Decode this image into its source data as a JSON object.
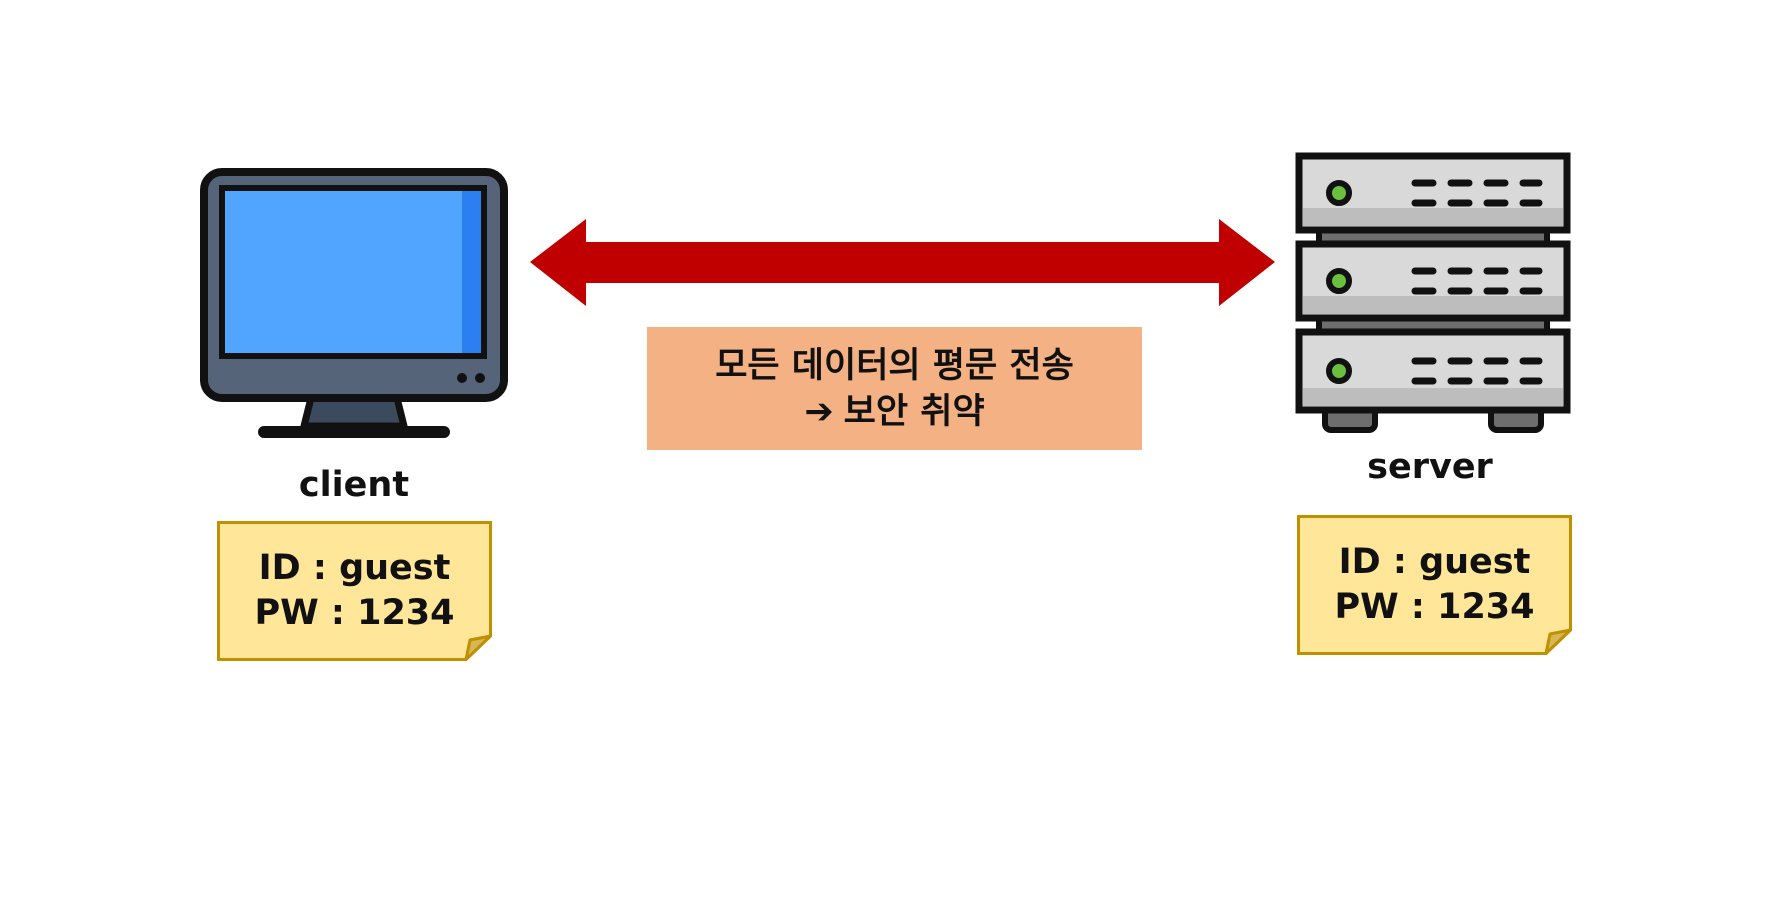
{
  "client": {
    "label": "client",
    "note_line1": "ID : guest",
    "note_line2": "PW : 1234"
  },
  "server": {
    "label": "server",
    "note_line1": "ID : guest",
    "note_line2": "PW : 1234"
  },
  "message": {
    "line1": "모든 데이터의 평문 전송",
    "arrow_symbol": "➔",
    "line2": "보안 취약"
  },
  "colors": {
    "arrow": "#c00000",
    "message_bg": "#f4b183",
    "note_bg": "#ffe699",
    "note_border": "#bf9000",
    "screen": "#52a5ff",
    "monitor_frame": "#56647a",
    "server_body": "#d9d9d9",
    "server_led": "#6abf3f"
  },
  "icons": {
    "client": "desktop-monitor-icon",
    "server": "server-rack-icon",
    "connection": "double-headed-arrow"
  }
}
